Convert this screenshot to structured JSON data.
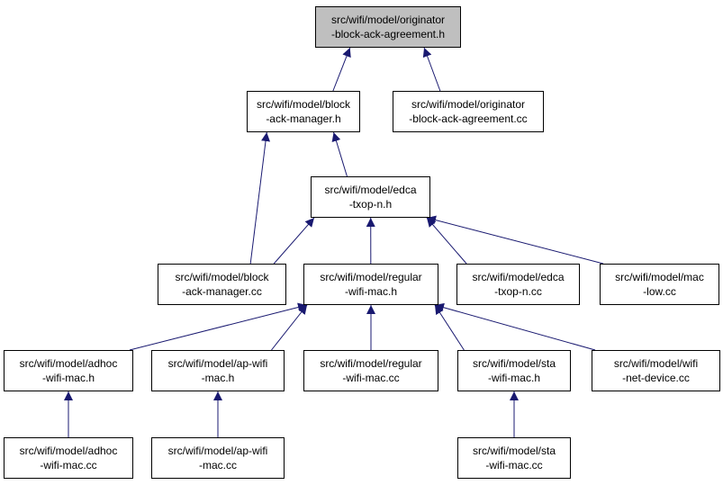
{
  "nodes": {
    "root": {
      "line1": "src/wifi/model/originator",
      "line2": "-block-ack-agreement.h"
    },
    "bam_h": {
      "line1": "src/wifi/model/block",
      "line2": "-ack-manager.h"
    },
    "orig_cc": {
      "line1": "src/wifi/model/originator",
      "line2": "-block-ack-agreement.cc"
    },
    "edca_h": {
      "line1": "src/wifi/model/edca",
      "line2": "-txop-n.h"
    },
    "bam_cc": {
      "line1": "src/wifi/model/block",
      "line2": "-ack-manager.cc"
    },
    "reg_h": {
      "line1": "src/wifi/model/regular",
      "line2": "-wifi-mac.h"
    },
    "edca_cc": {
      "line1": "src/wifi/model/edca",
      "line2": "-txop-n.cc"
    },
    "maclow": {
      "line1": "src/wifi/model/mac",
      "line2": "-low.cc"
    },
    "adhoc_h": {
      "line1": "src/wifi/model/adhoc",
      "line2": "-wifi-mac.h"
    },
    "ap_h": {
      "line1": "src/wifi/model/ap-wifi",
      "line2": "-mac.h"
    },
    "reg_cc": {
      "line1": "src/wifi/model/regular",
      "line2": "-wifi-mac.cc"
    },
    "sta_h": {
      "line1": "src/wifi/model/sta",
      "line2": "-wifi-mac.h"
    },
    "netdev": {
      "line1": "src/wifi/model/wifi",
      "line2": "-net-device.cc"
    },
    "adhoc_cc": {
      "line1": "src/wifi/model/adhoc",
      "line2": "-wifi-mac.cc"
    },
    "ap_cc": {
      "line1": "src/wifi/model/ap-wifi",
      "line2": "-mac.cc"
    },
    "sta_cc": {
      "line1": "src/wifi/model/sta",
      "line2": "-wifi-mac.cc"
    }
  },
  "edges": [
    {
      "from": "bam_h",
      "to": "root"
    },
    {
      "from": "orig_cc",
      "to": "root"
    },
    {
      "from": "bam_cc",
      "to": "bam_h"
    },
    {
      "from": "edca_h",
      "to": "bam_h"
    },
    {
      "from": "bam_cc",
      "to": "edca_h"
    },
    {
      "from": "reg_h",
      "to": "edca_h"
    },
    {
      "from": "edca_cc",
      "to": "edca_h"
    },
    {
      "from": "maclow",
      "to": "edca_h"
    },
    {
      "from": "adhoc_h",
      "to": "reg_h"
    },
    {
      "from": "ap_h",
      "to": "reg_h"
    },
    {
      "from": "reg_cc",
      "to": "reg_h"
    },
    {
      "from": "sta_h",
      "to": "reg_h"
    },
    {
      "from": "netdev",
      "to": "reg_h"
    },
    {
      "from": "adhoc_cc",
      "to": "adhoc_h"
    },
    {
      "from": "ap_cc",
      "to": "ap_h"
    },
    {
      "from": "sta_cc",
      "to": "sta_h"
    }
  ],
  "colors": {
    "edge": "#191970",
    "root_fill": "#bfbfbf",
    "node_fill": "#ffffff",
    "border": "#000000"
  }
}
